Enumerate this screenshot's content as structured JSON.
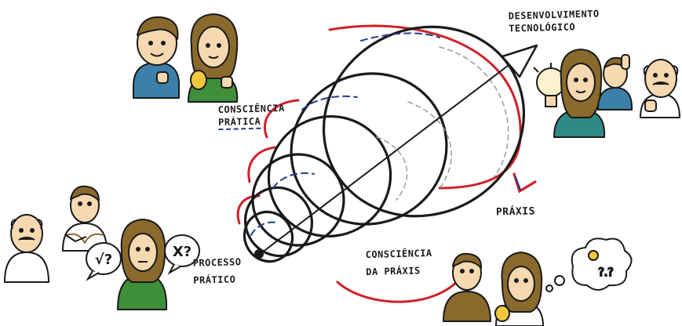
{
  "labels": {
    "desenvolvimento_line1": "DESENVOLVIMENTO",
    "desenvolvimento_line2": "TECNOLÓGICO",
    "consciencia_pratica_line1": "CONSCIÊNCIA",
    "consciencia_pratica_line2": "PRÁTICA",
    "praxis": "PRÁXIS",
    "processo_line1": "PROCESSO",
    "processo_line2": "PRÁTICO",
    "consciencia_praxis_line1": "CONSCIÊNCIA",
    "consciencia_praxis_line2": "DA PRÁXIS"
  },
  "speech_bubbles": {
    "check_question": "√?",
    "x_question": "X?",
    "thought_question": "?.?"
  },
  "colors": {
    "ink": "#1a1a1a",
    "red_spiral": "#d0202a",
    "blue_dashed": "#243c8c",
    "grey_dashed": "#9a9a9a",
    "skin": "#f6d9b0",
    "shirt_blue": "#3c7fa8",
    "shirt_green": "#3f8f3a",
    "shirt_teal": "#2f8a86",
    "hair_brown": "#8a6a2c",
    "bulb": "#f3c640"
  },
  "icons": [
    "lightbulb-icon",
    "arrow-head-icon",
    "process-start-dot-icon",
    "thought-bubble-icon"
  ]
}
